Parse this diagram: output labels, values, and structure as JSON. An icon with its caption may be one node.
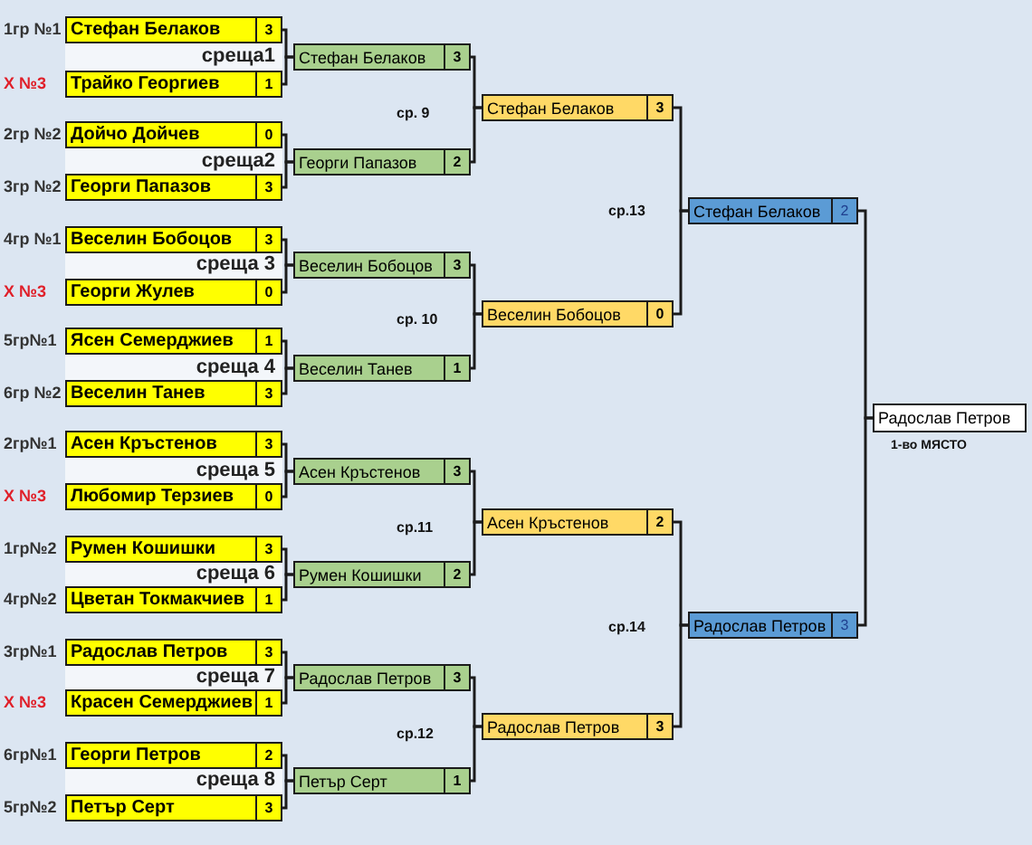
{
  "diagram": {
    "nodes": [
      {
        "text": [
          "Стефан Белаков",
          "3"
        ],
        "beside": [
          "1гр №1"
        ]
      },
      {
        "text": [
          "Трайко Георгиев",
          "1"
        ],
        "beside": [
          "X №3"
        ]
      },
      {
        "text": [
          "Дойчо Дойчев",
          "0"
        ],
        "beside": [
          "2гр №2"
        ]
      },
      {
        "text": [
          "Георги Папазов",
          "3"
        ],
        "beside": [
          "3гр №2"
        ]
      },
      {
        "text": [
          "Веселин Бобоцов",
          "3"
        ],
        "beside": [
          "4гр №1"
        ]
      },
      {
        "text": [
          "Георги Жулев",
          "0"
        ],
        "beside": [
          "X №3"
        ]
      },
      {
        "text": [
          "Ясен Семерджиев",
          "1"
        ],
        "beside": [
          "5гр№1"
        ]
      },
      {
        "text": [
          "Веселин Танев",
          "3"
        ],
        "beside": [
          "6гр №2"
        ]
      },
      {
        "text": [
          "Асен Кръстенов",
          "3"
        ],
        "beside": [
          "2гр№1"
        ]
      },
      {
        "text": [
          "Любомир Терзиев",
          "0"
        ],
        "beside": [
          "X №3"
        ]
      },
      {
        "text": [
          "Румен Кошишки",
          "3"
        ],
        "beside": [
          "1гр№2"
        ]
      },
      {
        "text": [
          "Цветан Токмакчиев",
          "1"
        ],
        "beside": [
          "4гр№2"
        ]
      },
      {
        "text": [
          "Радослав Петров",
          "3"
        ],
        "beside": [
          "3гр№1"
        ]
      },
      {
        "text": [
          "Красен Семерджиев",
          "1"
        ],
        "beside": [
          "X №3"
        ]
      },
      {
        "text": [
          "Георги Петров",
          "2"
        ],
        "beside": [
          "6гр№1"
        ]
      },
      {
        "text": [
          "Петър Серт",
          "3"
        ],
        "beside": [
          "5гр№2"
        ]
      },
      {
        "text": [
          "Стефан Белаков",
          "3"
        ]
      },
      {
        "text": [
          "Георги Папазов",
          "2"
        ]
      },
      {
        "text": [
          "Веселин Бобоцов",
          "3"
        ]
      },
      {
        "text": [
          "Веселин Танев",
          "1"
        ]
      },
      {
        "text": [
          "Асен Кръстенов",
          "3"
        ]
      },
      {
        "text": [
          "Румен Кошишки",
          "2"
        ]
      },
      {
        "text": [
          "Радослав Петров",
          "3"
        ]
      },
      {
        "text": [
          "Петър Серт",
          "1"
        ]
      },
      {
        "text": [
          "Стефан Белаков",
          "3"
        ]
      },
      {
        "text": [
          "Веселин Бобоцов",
          "0"
        ]
      },
      {
        "text": [
          "Асен Кръстенов",
          "2"
        ]
      },
      {
        "text": [
          "Радослав Петров",
          "3"
        ]
      },
      {
        "text": [
          "Стефан Белаков",
          "2"
        ]
      },
      {
        "text": [
          "Радослав Петров",
          "3"
        ]
      },
      {
        "text": [
          "Радослав Петров"
        ],
        "beside": [
          "1-во МЯСТО"
        ]
      }
    ],
    "edges": [
      {
        "from": 0,
        "to": 16,
        "arrow": "none"
      },
      {
        "from": 1,
        "to": 16,
        "arrow": "none"
      },
      {
        "from": 2,
        "to": 17,
        "arrow": "none"
      },
      {
        "from": 3,
        "to": 17,
        "arrow": "none"
      },
      {
        "from": 4,
        "to": 18,
        "arrow": "none"
      },
      {
        "from": 5,
        "to": 18,
        "arrow": "none"
      },
      {
        "from": 6,
        "to": 19,
        "arrow": "none"
      },
      {
        "from": 7,
        "to": 19,
        "arrow": "none"
      },
      {
        "from": 8,
        "to": 20,
        "arrow": "none"
      },
      {
        "from": 9,
        "to": 20,
        "arrow": "none"
      },
      {
        "from": 10,
        "to": 21,
        "arrow": "none"
      },
      {
        "from": 11,
        "to": 21,
        "arrow": "none"
      },
      {
        "from": 12,
        "to": 22,
        "arrow": "none"
      },
      {
        "from": 13,
        "to": 22,
        "arrow": "none"
      },
      {
        "from": 14,
        "to": 23,
        "arrow": "none"
      },
      {
        "from": 15,
        "to": 23,
        "arrow": "none"
      },
      {
        "from": 16,
        "to": 24,
        "arrow": "none"
      },
      {
        "from": 17,
        "to": 24,
        "arrow": "none"
      },
      {
        "from": 18,
        "to": 25,
        "arrow": "none"
      },
      {
        "from": 19,
        "to": 25,
        "arrow": "none"
      },
      {
        "from": 20,
        "to": 26,
        "arrow": "none"
      },
      {
        "from": 21,
        "to": 26,
        "arrow": "none"
      },
      {
        "from": 22,
        "to": 27,
        "arrow": "none"
      },
      {
        "from": 23,
        "to": 27,
        "arrow": "none"
      },
      {
        "from": 24,
        "to": 28,
        "arrow": "none"
      },
      {
        "from": 25,
        "to": 28,
        "arrow": "none"
      },
      {
        "from": 26,
        "to": 29,
        "arrow": "none"
      },
      {
        "from": 27,
        "to": 29,
        "arrow": "none"
      },
      {
        "from": 28,
        "to": 30,
        "arrow": "none"
      },
      {
        "from": 29,
        "to": 30,
        "arrow": "none"
      }
    ],
    "labels": [
      "среща1",
      "ср. 9",
      "среща2",
      "ср.13",
      "среща 3",
      "ср. 10",
      "среща 4",
      "среща 5",
      "ср.11",
      "среща 6",
      "ср.14",
      "среща 7",
      "ср.12",
      "среща 8"
    ]
  }
}
